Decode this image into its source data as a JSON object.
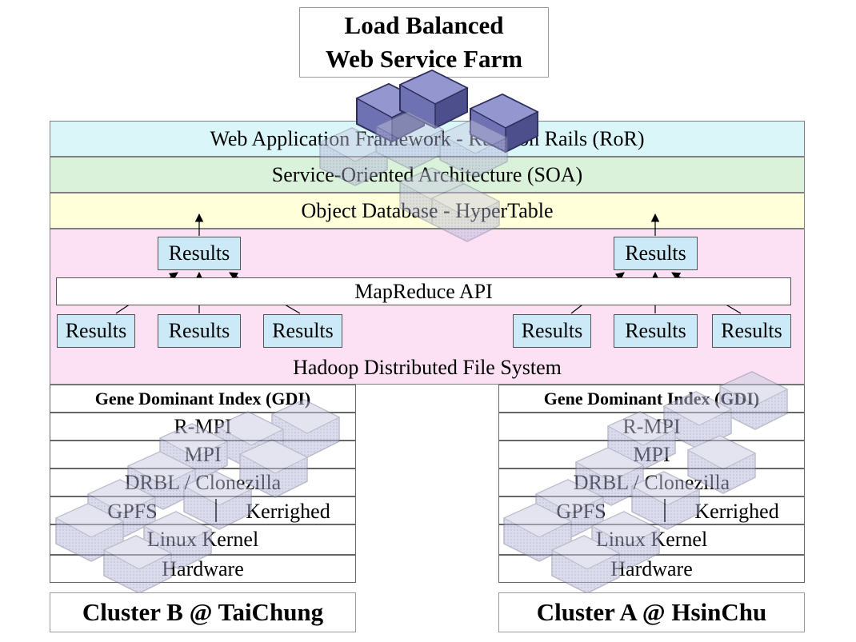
{
  "title": {
    "line1": "Load Balanced",
    "line2": "Web Service Farm"
  },
  "layers": {
    "web_app": "Web Application Framework - Ruby on Rails (RoR)",
    "soa": "Service-Oriented Architecture (SOA)",
    "object_db": "Object Database - HyperTable"
  },
  "hdfs": {
    "label": "Hadoop Distributed File System",
    "mapreduce": "MapReduce API",
    "results_label": "Results"
  },
  "clusters": [
    {
      "name": "Cluster B @ TaiChung",
      "gdi": "Gene Dominant Index (GDI)",
      "rmpi": "R-MPI",
      "mpi": "MPI",
      "drbl": "DRBL / Clonezilla",
      "gpfs": "GPFS",
      "kerrighed": "Kerrighed",
      "kernel": "Linux Kernel",
      "hardware": "Hardware"
    },
    {
      "name": "Cluster A @ HsinChu",
      "gdi": "Gene Dominant Index (GDI)",
      "rmpi": "R-MPI",
      "mpi": "MPI",
      "drbl": "DRBL / Clonezilla",
      "gpfs": "GPFS",
      "kerrighed": "Kerrighed",
      "kernel": "Linux Kernel",
      "hardware": "Hardware"
    }
  ],
  "colors": {
    "web_app_band": "#ccf2f6",
    "soa_band": "#ccecccc",
    "object_db_band": "#ffffcc",
    "hdfs_band": "#fadaf0",
    "results_box": "#cce9f7",
    "server_blue": "#7d7fb8"
  }
}
